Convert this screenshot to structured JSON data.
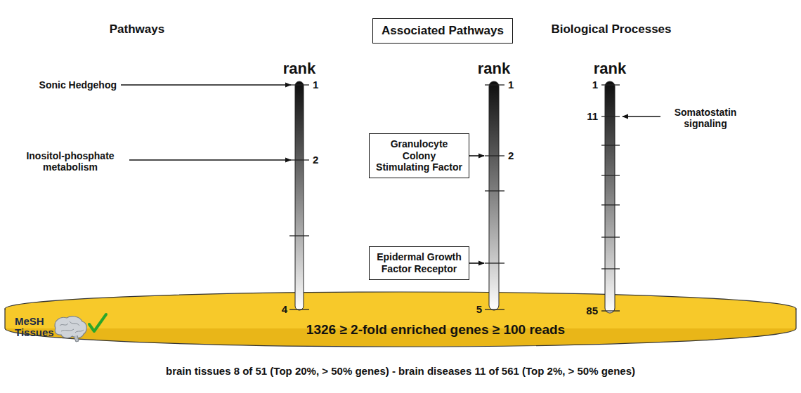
{
  "diagram": {
    "caption": "brain tissues 8 of 51 (Top 20%, > 50% genes) - brain diseases 11 of 561 (Top 2%, > 50% genes)",
    "nodes": [
      {
        "text": [
          "Associated Pathways"
        ]
      },
      {
        "text": [
          "Granulocyte Colony Stimulating Factor"
        ]
      },
      {
        "text": [
          "Epidermal Growth Factor Receptor"
        ]
      },
      {
        "text": [
          "MeSH Tissues",
          "1326 ≥ 2-fold enriched genes ≥ 100 reads"
        ]
      }
    ],
    "labels": [
      "Pathways",
      "Biological Processes",
      "rank",
      "1",
      "2",
      "4",
      "Sonic Hedgehog",
      "Inositol-phosphate metabolism",
      "rank",
      "1",
      "2",
      "5",
      "rank",
      "1",
      "11",
      "85",
      "Somatostatin signaling"
    ]
  }
}
